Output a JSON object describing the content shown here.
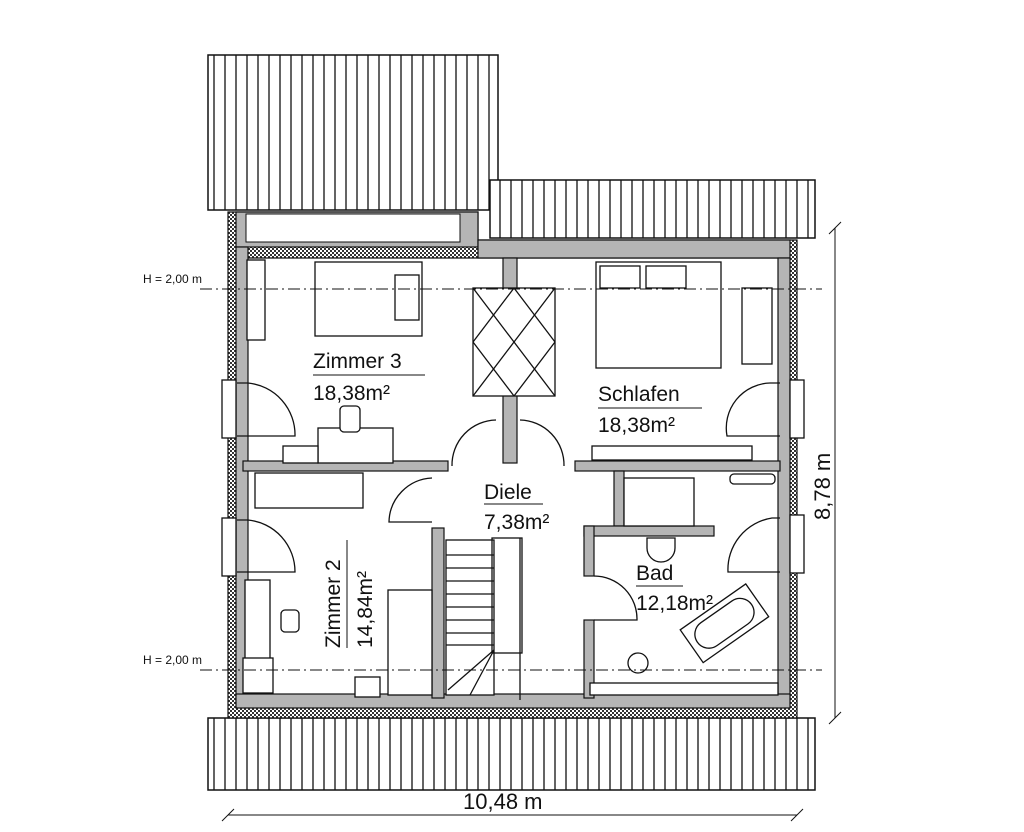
{
  "plan": {
    "rooms": [
      {
        "name": "Zimmer 3",
        "area": "18,38m²"
      },
      {
        "name": "Schlafen",
        "area": "18,38m²"
      },
      {
        "name": "Diele",
        "area": "7,38m²"
      },
      {
        "name": "Zimmer 2",
        "area": "14,84m²"
      },
      {
        "name": "Bad",
        "area": "12,18m²"
      }
    ],
    "height_marks": [
      "H = 2,00 m",
      "H = 2,00 m"
    ],
    "dimensions": {
      "width": "10,48 m",
      "depth": "8,78 m"
    }
  }
}
